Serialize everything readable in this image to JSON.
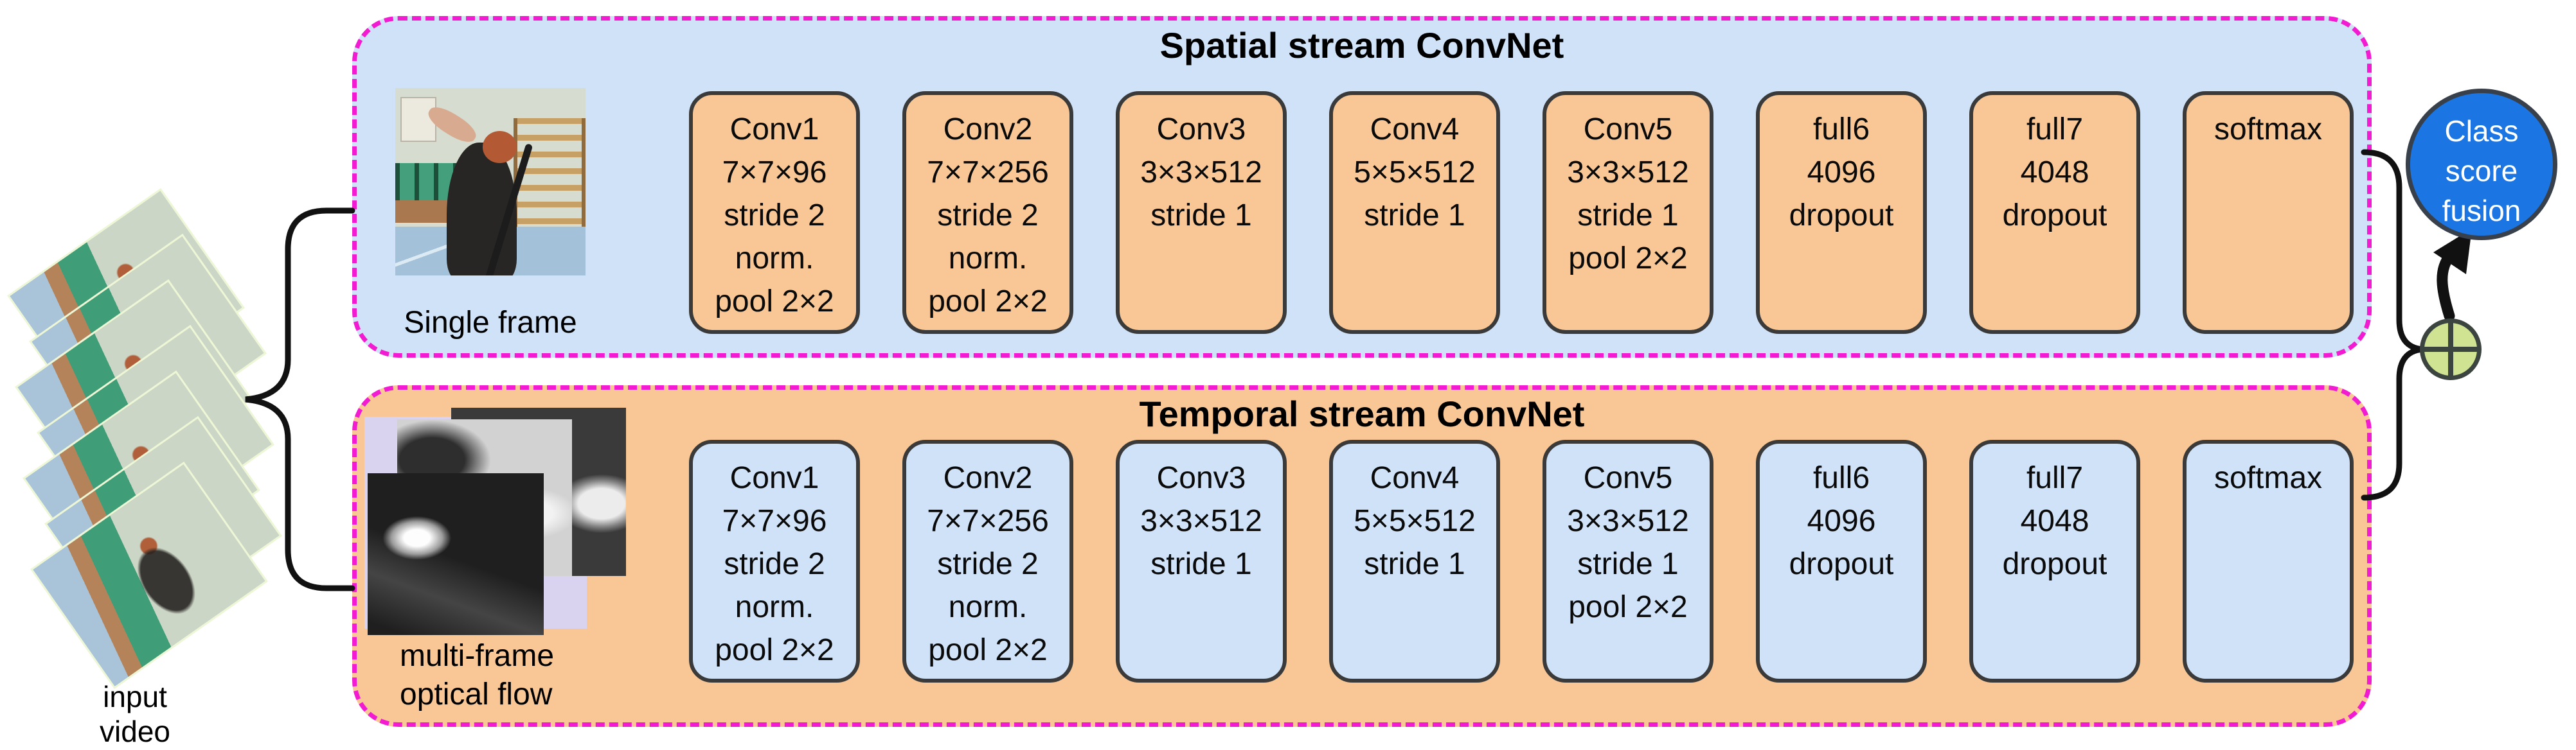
{
  "colors": {
    "stream_blue": "#cfe2f7",
    "stream_orange": "#f8c795",
    "dashed_border": "#f21bd2",
    "fusion_circle_blue": "#1b76e4",
    "sum_node_green": "#cfe393",
    "box_border_gray": "#3a3a3a",
    "wire_black": "#111111"
  },
  "input": {
    "label_lines": [
      "input",
      "video"
    ]
  },
  "fusion": {
    "label_lines": [
      "Class",
      "score",
      "fusion"
    ]
  },
  "streams": [
    {
      "id": "spatial",
      "title": "Spatial stream ConvNet",
      "input_caption_lines": [
        "Single frame"
      ],
      "layers": [
        {
          "lines": [
            "Conv1",
            "7×7×96",
            "stride 2",
            "norm.",
            "pool 2×2"
          ]
        },
        {
          "lines": [
            "Conv2",
            "7×7×256",
            "stride 2",
            "norm.",
            "pool 2×2"
          ]
        },
        {
          "lines": [
            "Conv3",
            "3×3×512",
            "stride 1"
          ]
        },
        {
          "lines": [
            "Conv4",
            "5×5×512",
            "stride 1"
          ]
        },
        {
          "lines": [
            "Conv5",
            "3×3×512",
            "stride 1",
            "pool 2×2"
          ]
        },
        {
          "lines": [
            "full6",
            "4096",
            "dropout"
          ]
        },
        {
          "lines": [
            "full7",
            "4048",
            "dropout"
          ]
        },
        {
          "lines": [
            "softmax"
          ]
        }
      ]
    },
    {
      "id": "temporal",
      "title": "Temporal stream ConvNet",
      "input_caption_lines": [
        "multi-frame",
        "optical flow"
      ],
      "layers": [
        {
          "lines": [
            "Conv1",
            "7×7×96",
            "stride 2",
            "norm.",
            "pool 2×2"
          ]
        },
        {
          "lines": [
            "Conv2",
            "7×7×256",
            "stride 2",
            "norm.",
            "pool 2×2"
          ]
        },
        {
          "lines": [
            "Conv3",
            "3×3×512",
            "stride 1"
          ]
        },
        {
          "lines": [
            "Conv4",
            "5×5×512",
            "stride 1"
          ]
        },
        {
          "lines": [
            "Conv5",
            "3×3×512",
            "stride 1",
            "pool 2×2"
          ]
        },
        {
          "lines": [
            "full6",
            "4096",
            "dropout"
          ]
        },
        {
          "lines": [
            "full7",
            "4048",
            "dropout"
          ]
        },
        {
          "lines": [
            "softmax"
          ]
        }
      ]
    }
  ]
}
